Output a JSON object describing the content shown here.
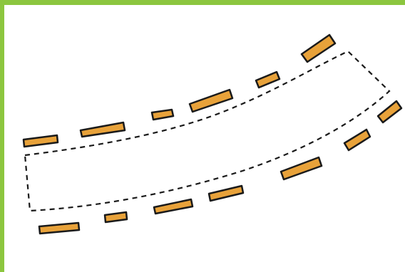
{
  "colors": {
    "frame": "#8cc63f",
    "background": "#ffffff",
    "dash_fill": "#e8a23a",
    "dash_outline": "#1a1a1a",
    "inner_outline": "#1a1a1a"
  },
  "diagram": {
    "description_elements": [
      "outer-dashed-band-top",
      "outer-dashed-band-bottom",
      "inner-dotted-outline"
    ]
  }
}
